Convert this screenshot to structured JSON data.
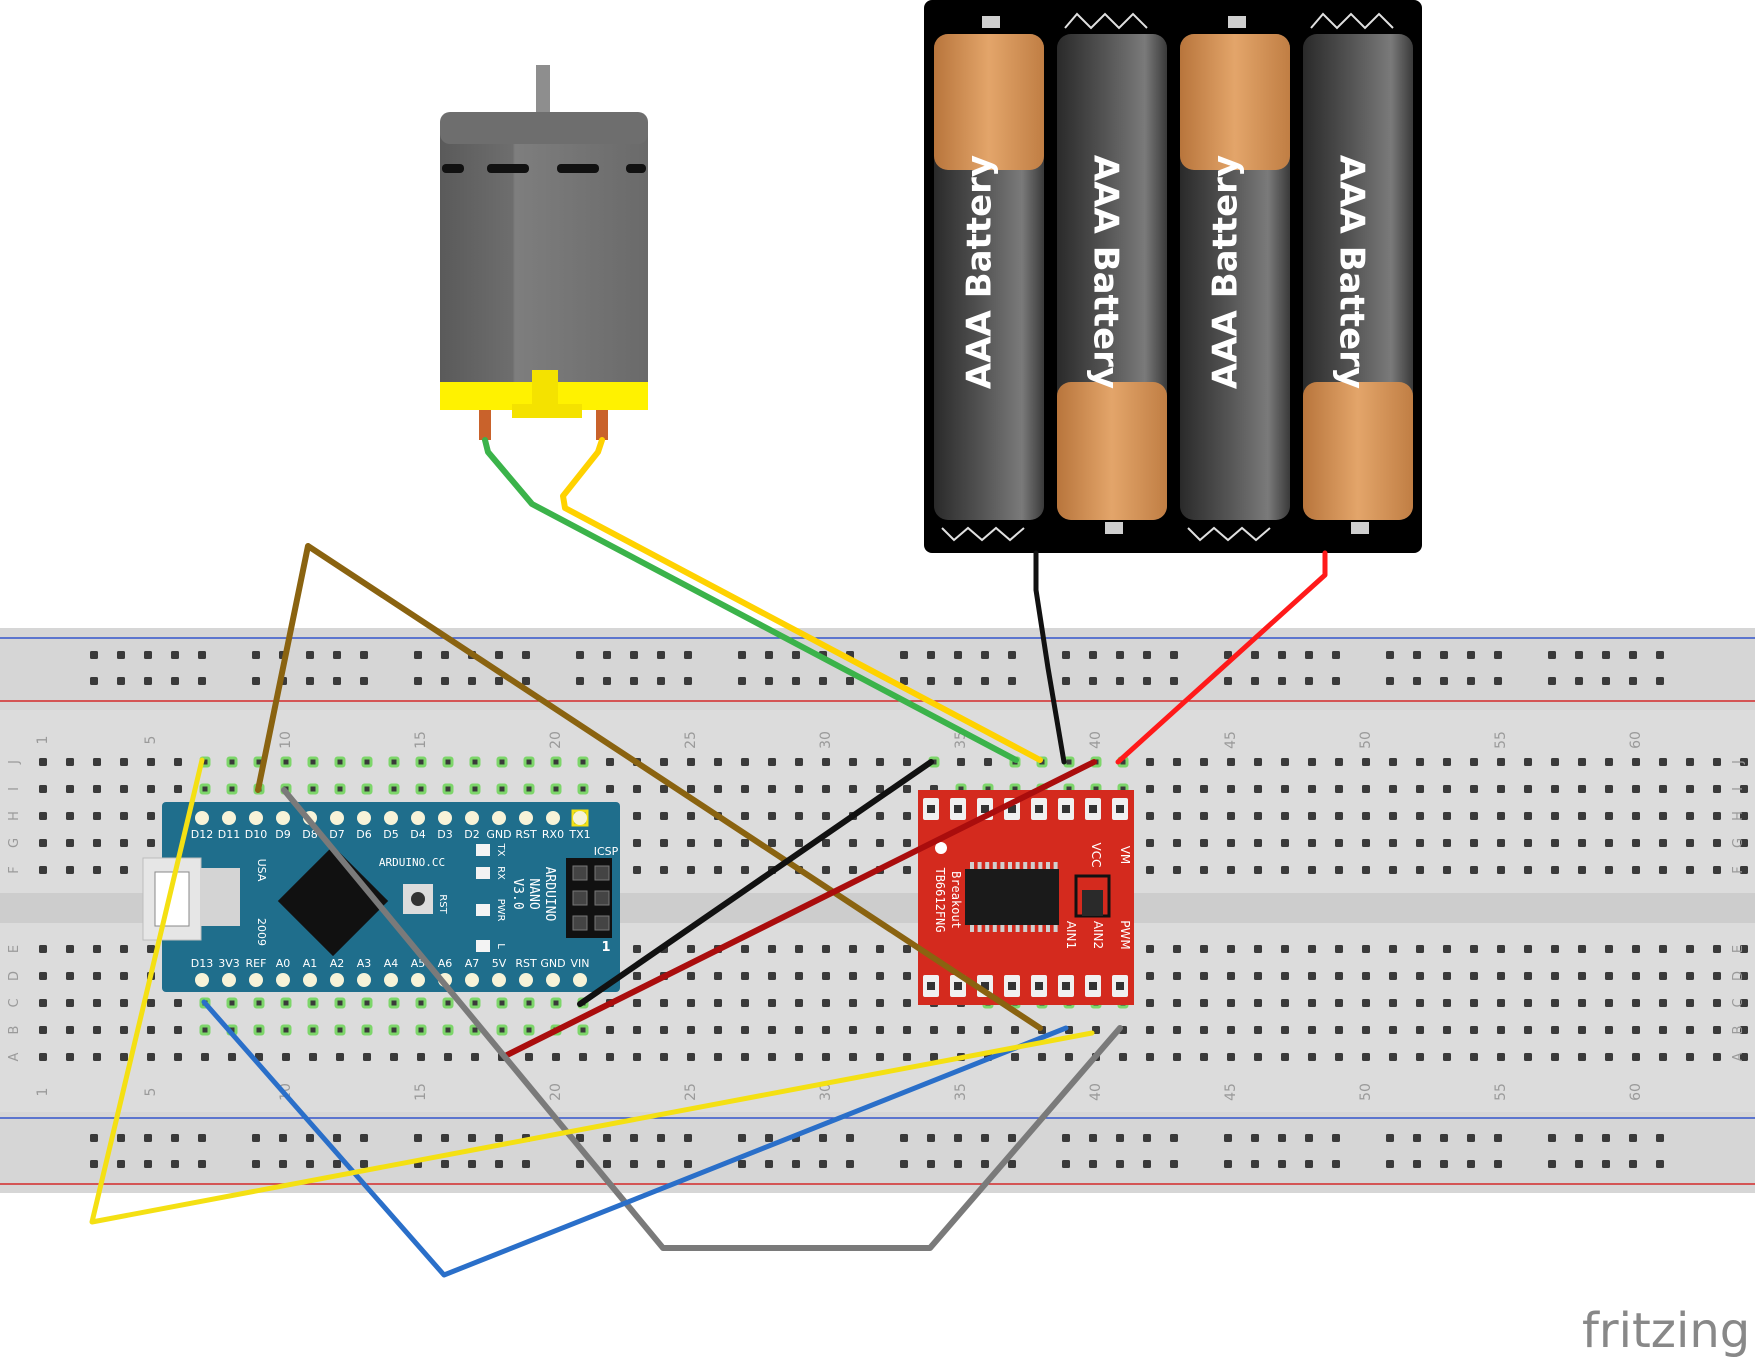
{
  "breadboard": {
    "column_numbers": [
      "1",
      "5",
      "10",
      "15",
      "20",
      "25",
      "30",
      "35",
      "40",
      "45",
      "50",
      "55",
      "60"
    ],
    "row_letters_top": [
      "J",
      "I",
      "H",
      "G",
      "F"
    ],
    "row_letters_bottom": [
      "E",
      "D",
      "C",
      "B",
      "A"
    ],
    "rail_color_positive": "#d42a2a",
    "rail_color_negative": "#3355cc"
  },
  "battery_pack": {
    "cells": [
      "AAA Battery",
      "AAA Battery",
      "AAA Battery",
      "AAA Battery"
    ]
  },
  "arduino": {
    "name_lines": [
      "ARDUINO",
      "NANO",
      "V3.0"
    ],
    "brand": "ARDUINO.CC",
    "top_pins": [
      "D12",
      "D11",
      "D10",
      "D9",
      "D8",
      "D7",
      "D6",
      "D5",
      "D4",
      "D3",
      "D2",
      "GND",
      "RST",
      "RX0",
      "TX1"
    ],
    "bottom_pins": [
      "D13",
      "3V3",
      "REF",
      "A0",
      "A1",
      "A2",
      "A3",
      "A4",
      "A5",
      "A6",
      "A7",
      "5V",
      "RST",
      "GND",
      "VIN"
    ],
    "usa": "USA",
    "year": "2009",
    "rst": "RST",
    "icsp": "ICSP",
    "leds": [
      "TX",
      "RX",
      "PWR",
      "L"
    ],
    "icsp_one": "1"
  },
  "driver": {
    "label_lines": [
      "TB6612FNG",
      "Breakout"
    ],
    "pins_right_top": [
      "VM",
      "VCC"
    ],
    "pins_right_bottom": [
      "PWM",
      "AIN2",
      "AIN1"
    ]
  },
  "watermark": "fritzing",
  "colors": {
    "board_blue": "#1f6e8c",
    "driver_red": "#d42a1e",
    "wire_yellow": "#f4e013",
    "wire_brown": "#8a6310",
    "wire_blue": "#2a6fc9",
    "wire_gray": "#7a7a7a",
    "wire_black": "#111111",
    "wire_red": "#aa0d0d",
    "wire_green": "#3bb34a",
    "wire_bright_red": "#ff1a1a",
    "motor_yellow": "#fff200"
  }
}
